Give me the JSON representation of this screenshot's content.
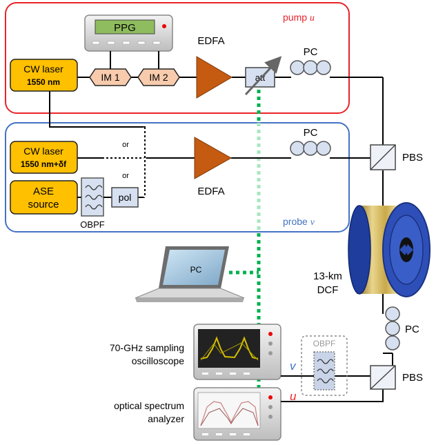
{
  "pump": {
    "label": "pump",
    "symbol": "u",
    "laser": {
      "line1": "CW laser",
      "line2": "1550 nm"
    },
    "ppg": "PPG",
    "im1": "IM 1",
    "im2": "IM 2",
    "edfa": "EDFA",
    "att": "att",
    "pc": "PC"
  },
  "probe": {
    "label": "probe",
    "symbol": "v",
    "laser": {
      "line1": "CW laser",
      "line2": "1550 nm+δf"
    },
    "ase": {
      "line1": "ASE",
      "line2": "source"
    },
    "obpf": "OBPF",
    "pol": "pol",
    "or_top": "or",
    "or_bottom": "or",
    "edfa": "EDFA",
    "pc": "PC"
  },
  "pbs_top": "PBS",
  "fiber": {
    "line1": "13-km",
    "line2": "DCF"
  },
  "pc_fiber": "PC",
  "computer": "PC",
  "obpf_out": "OBPF",
  "pbs_bottom": "PBS",
  "out_v": "v",
  "out_u": "u",
  "oscilloscope": {
    "line1": "70-GHz sampling",
    "line2": "oscilloscope"
  },
  "osa": {
    "line1": "optical spectrum",
    "line2": "analyzer"
  },
  "colors": {
    "pump_border": "#e8232a",
    "probe_border": "#4472c4",
    "laser_fill": "#ffc000",
    "im_fill": "#f8cbad",
    "edfa_fill": "#c55a11",
    "pc_fill": "#d6e0f0",
    "control_line": "#00b050",
    "spool": "#2e4fb8"
  }
}
